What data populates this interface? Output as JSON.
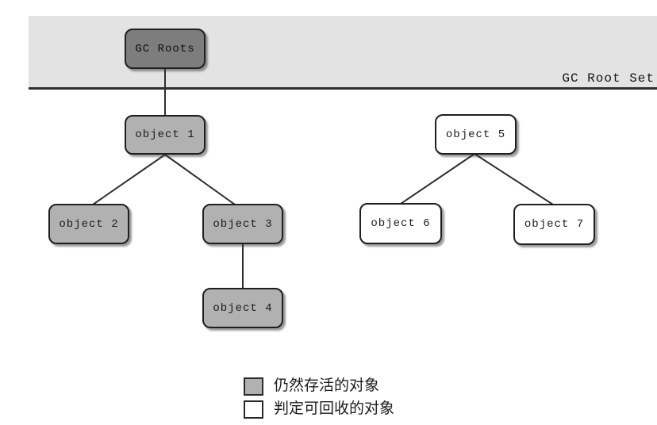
{
  "band": {
    "label": "GC Root Set"
  },
  "nodes": {
    "gc_roots": {
      "label": "GC Roots",
      "type": "root"
    },
    "object1": {
      "label": "object 1",
      "type": "alive"
    },
    "object2": {
      "label": "object 2",
      "type": "alive"
    },
    "object3": {
      "label": "object 3",
      "type": "alive"
    },
    "object4": {
      "label": "object 4",
      "type": "alive"
    },
    "object5": {
      "label": "object 5",
      "type": "collectible"
    },
    "object6": {
      "label": "object 6",
      "type": "collectible"
    },
    "object7": {
      "label": "object 7",
      "type": "collectible"
    }
  },
  "edges": [
    {
      "from": "gc_roots",
      "to": "object1"
    },
    {
      "from": "object1",
      "to": "object2"
    },
    {
      "from": "object1",
      "to": "object3"
    },
    {
      "from": "object3",
      "to": "object4"
    },
    {
      "from": "object5",
      "to": "object6"
    },
    {
      "from": "object5",
      "to": "object7"
    }
  ],
  "legend": {
    "items": [
      {
        "swatch": "alive",
        "label": "仍然存活的对象"
      },
      {
        "swatch": "collectible",
        "label": "判定可回收的对象"
      }
    ]
  },
  "colors": {
    "band": "#e3e3e3",
    "root_fill": "#7d7d7d",
    "alive_fill": "#b1b1b1",
    "collectible_fill": "#ffffff",
    "line": "#2f2f2f",
    "text": "#1b1b1b"
  }
}
